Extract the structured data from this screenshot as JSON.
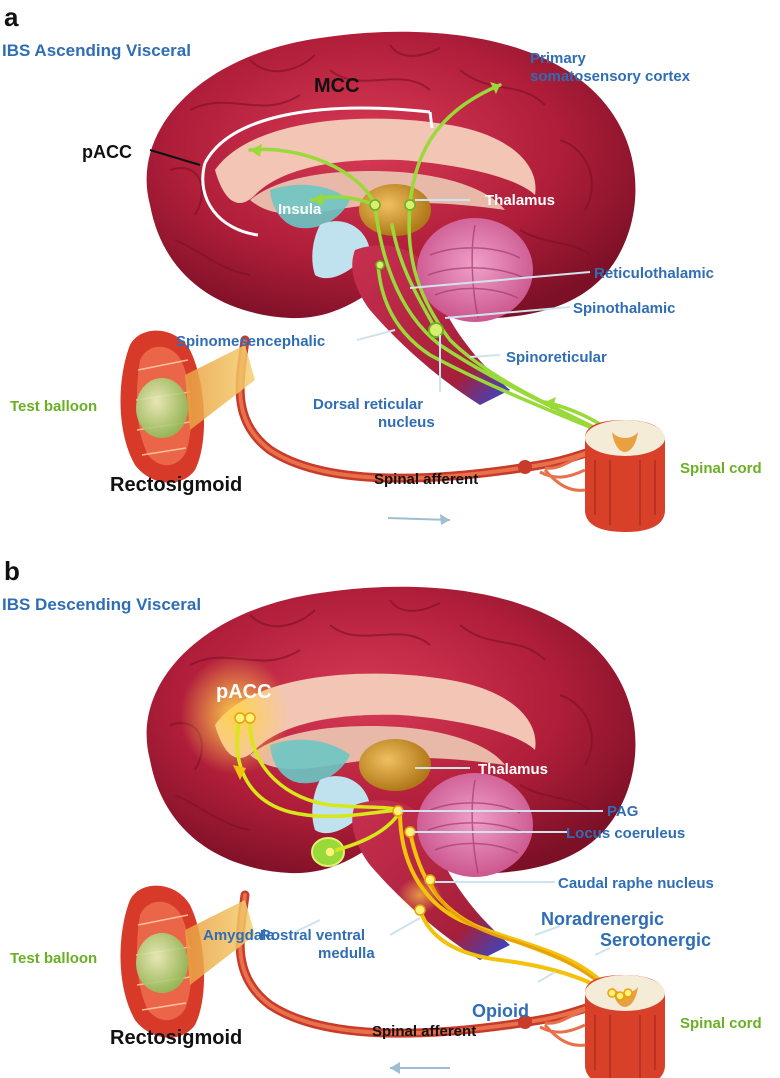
{
  "colors": {
    "label_blue": "#2f6db5",
    "label_green": "#6ab023",
    "brain_red": "#b01e3a",
    "ascending_tract": "#9ad93a",
    "descending_tract": "#f2c20d"
  },
  "panel_a": {
    "letter": "a",
    "title": "IBS Ascending Visceral",
    "labels": {
      "mcc": "MCC",
      "pacc": "pACC",
      "primary_1": "Primary",
      "primary_2": "somatosensory cortex",
      "insula": "Insula",
      "thalamus": "Thalamus",
      "reticulothalamic": "Reticulothalamic",
      "spinothalamic": "Spinothalamic",
      "spinomesencephalic": "Spinomesencephalic",
      "spinoreticular": "Spinoreticular",
      "dorsal_reticular_1": "Dorsal reticular",
      "dorsal_reticular_2": "nucleus",
      "test_balloon": "Test balloon",
      "spinal_afferent": "Spinal afferent",
      "spinal_cord": "Spinal cord",
      "rectosigmoid": "Rectosigmoid"
    }
  },
  "panel_b": {
    "letter": "b",
    "title": "IBS Descending Visceral",
    "labels": {
      "pacc": "pACC",
      "thalamus": "Thalamus",
      "pag": "PAG",
      "locus_coeruleus": "Locus coeruleus",
      "amygdala": "Amygdala",
      "caudal_raphe": "Caudal raphe nucleus",
      "rostral_ventral_1": "Rostral ventral",
      "rostral_ventral_2": "medulla",
      "noradrenergic": "Noradrenergic",
      "serotonergic": "Serotonergic",
      "opioid": "Opioid",
      "test_balloon": "Test balloon",
      "spinal_afferent": "Spinal afferent",
      "spinal_cord": "Spinal cord",
      "rectosigmoid": "Rectosigmoid"
    }
  }
}
